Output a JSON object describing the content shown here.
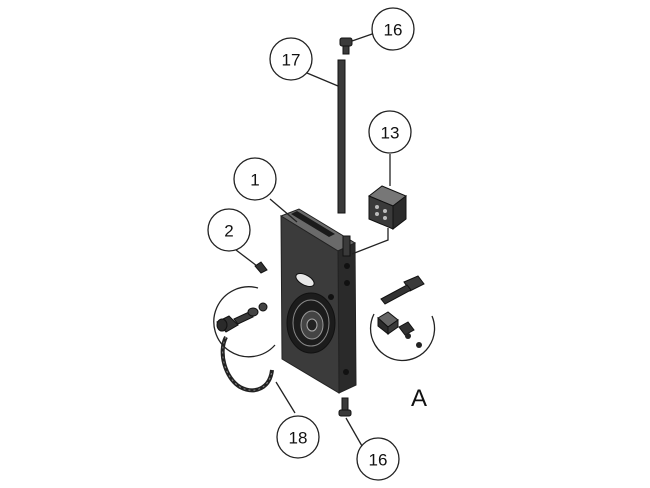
{
  "diagram": {
    "view_label": "A",
    "callouts": {
      "c16_top": "16",
      "c17": "17",
      "c13": "13",
      "c1": "1",
      "c2": "2",
      "c18": "18",
      "c16_bottom": "16"
    },
    "colors": {
      "body": "#3a3a3a",
      "body_dark": "#1e1e1e",
      "body_light": "#5a5a5a",
      "line": "#222222"
    }
  }
}
